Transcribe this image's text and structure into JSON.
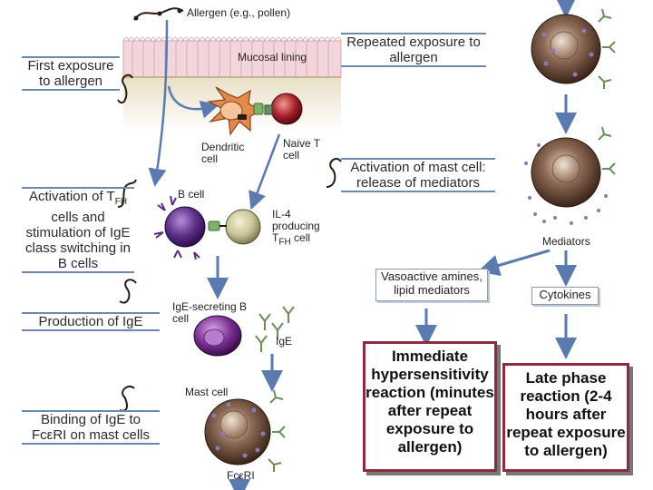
{
  "left_steps": {
    "first_exposure": "First exposure to allergen",
    "activation_tfh_pre": "Activation of T",
    "activation_tfh_sub": "FH",
    "activation_tfh_post": " cells and stimulation of IgE class switching in B cells",
    "production": "Production of IgE",
    "binding": "Binding of IgE to FcεRI on mast cells"
  },
  "right_steps": {
    "repeated_exposure": "Repeated exposure to allergen",
    "activation_mast": "Activation of mast cell: release of mediators"
  },
  "labels": {
    "allergen": "Allergen (e.g., pollen)",
    "mucosal": "Mucosal lining",
    "dendritic": "Dendritic cell",
    "naive_t": "Naive T cell",
    "b_cell": "B cell",
    "il4_line1": "IL-4",
    "il4_line2": "producing",
    "il4_line3_pre": "T",
    "il4_line3_sub": "FH",
    "il4_line3_post": " cell",
    "ige_secreting": "IgE-secreting B cell",
    "ige": "IgE",
    "mast_cell": "Mast cell",
    "fceri": "FcεRI",
    "mediators": "Mediators"
  },
  "mediator_boxes": {
    "vasoactive": "Vasoactive amines, lipid mediators",
    "cytokines": "Cytokines"
  },
  "reactions": {
    "immediate": "Immediate hypersensitivity reaction (minutes after repeat exposure to allergen)",
    "late": "Late phase reaction (2-4 hours after repeat exposure to allergen)"
  },
  "colors": {
    "arrow": "#5a7ab0",
    "step_rule": "#6f87b3",
    "reaction_border": "#8e2a3b",
    "b_cell": "#5b2d86",
    "tfh_cell": "#c9c49a",
    "naive_t_cell": "#a4202a",
    "dendritic_cell": "#e08a4c",
    "mast_cell": "#6b4a3a",
    "mucosa": "#f3d6dc"
  }
}
